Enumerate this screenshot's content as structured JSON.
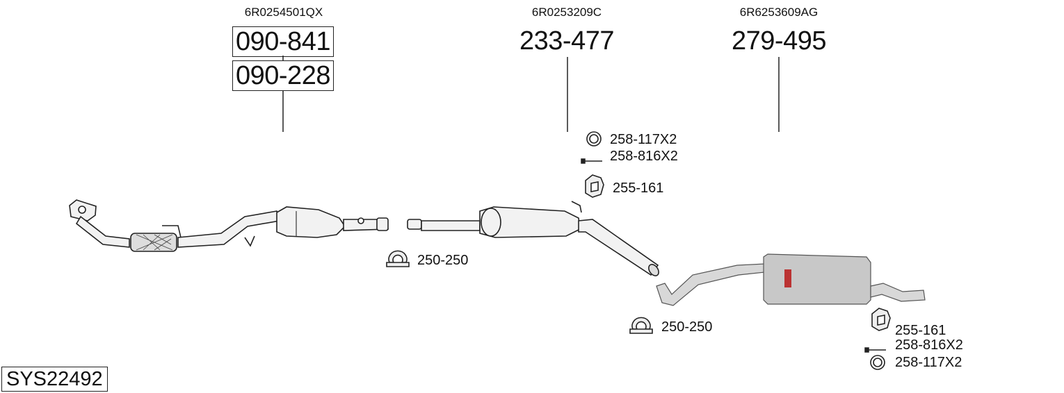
{
  "system_code": "SYS22492",
  "groups": [
    {
      "oe_number": "6R0254501QX",
      "part_numbers": [
        "090-841",
        "090-228"
      ]
    },
    {
      "oe_number": "6R0253209C",
      "part_numbers": [
        "233-477"
      ]
    },
    {
      "oe_number": "6R6253609AG",
      "part_numbers": [
        "279-495"
      ]
    }
  ],
  "accessories": {
    "clamp_front": "250-250",
    "clamp_rear": "250-250",
    "middle": {
      "ring": "258-117X2",
      "bolt": "258-816X2",
      "hanger": "255-161"
    },
    "rear": {
      "hanger": "255-161",
      "bolt": "258-816X2",
      "ring": "258-117X2"
    }
  },
  "icons": [
    "flange-icon",
    "clamp-icon",
    "ring-icon",
    "bolt-icon",
    "rubber-hanger-icon"
  ],
  "colors": {
    "line": "#222222",
    "part_fill": "#f2f2f2",
    "rear_muffler_fill": "#c8c8c8"
  }
}
